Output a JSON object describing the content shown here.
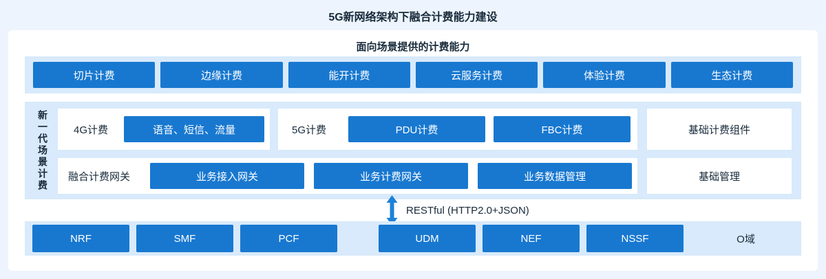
{
  "page": {
    "title": "5G新网络架构下融合计费能力建设",
    "colors": {
      "page_bg": "#edf4fd",
      "panel_bg": "#ffffff",
      "strip_bg": "#d8eafb",
      "accent_blue": "#1878d0",
      "dark_text": "#172a3a"
    }
  },
  "capabilities": {
    "header": "面向场景提供的计费能力",
    "items": [
      "切片计费",
      "边缘计费",
      "能开计费",
      "云服务计费",
      "体验计费",
      "生态计费"
    ]
  },
  "scene_billing": {
    "vertical_label": "新一代场景计费",
    "row1": {
      "group_4g": {
        "label": "4G计费",
        "buttons": [
          "语音、短信、流量"
        ]
      },
      "group_5g": {
        "label": "5G计费",
        "buttons": [
          "PDU计费",
          "FBC计费"
        ]
      },
      "side_box": "基础计费组件"
    },
    "row2": {
      "gateway": {
        "label": "融合计费网关",
        "buttons": [
          "业务接入网关",
          "业务计费网关",
          "业务数据管理"
        ]
      },
      "side_box": "基础管理"
    }
  },
  "interface": {
    "label": "RESTful (HTTP2.0+JSON)",
    "arrow": "double-arrow-vertical"
  },
  "network_functions": {
    "items": [
      "NRF",
      "SMF",
      "PCF",
      "UDM",
      "NEF",
      "NSSF"
    ],
    "domain_label": "O域"
  }
}
